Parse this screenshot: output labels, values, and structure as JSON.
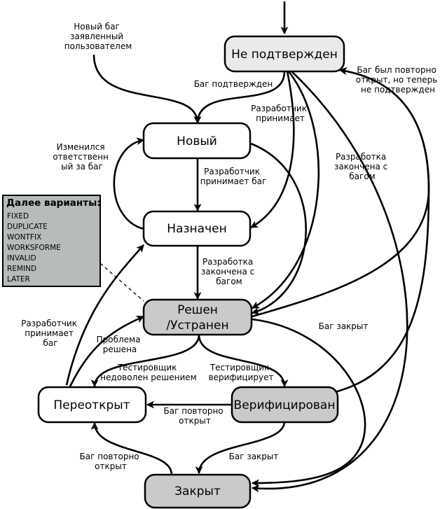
{
  "colors": {
    "stroke": "#000000",
    "node_fill": "#ffffff",
    "node_fill_gray": "#c9cbcb",
    "node_fill_light": "#e9ebeb",
    "legend_fill": "#b5bcbb"
  },
  "nodes": {
    "unconfirmed": "Не подтвержден",
    "new": "Новый",
    "assigned": "Назначен",
    "resolved_line1": "Решен",
    "resolved_line2": "/Устранен",
    "reopened": "Переоткрыт",
    "verified": "Верифицирован",
    "closed": "Закрыт"
  },
  "labels": {
    "new_bug_reported": [
      "Новый баг",
      "заявленный",
      "пользователем"
    ],
    "bug_confirmed": [
      "Баг подтвержден"
    ],
    "dev_accepts_top": [
      "Разработчик",
      "принимает"
    ],
    "dev_done_right": [
      "Разработка",
      "закончена с",
      "багом"
    ],
    "reopened_not_confirmed": [
      "Баг был повторно",
      "открыт, но теперь",
      "не подтвержден"
    ],
    "owner_changed": [
      "Изменился",
      "ответственн",
      "ый за баг"
    ],
    "dev_accepts_bug": [
      "Разработчик",
      "принимает баг"
    ],
    "dev_done_center": [
      "Разработка",
      "закончена с",
      "багом"
    ],
    "dev_accepts_left": [
      "Разработчик",
      "принимает",
      "баг"
    ],
    "problem_solved": [
      "Проблема",
      "решена"
    ],
    "bug_closed_right": [
      "Баг закрыт"
    ],
    "tester_unhappy": [
      "Тестировщик",
      "недоволен решением"
    ],
    "tester_verifies": [
      "Тестировщик",
      "верифицирует"
    ],
    "bug_reopened_mid": [
      "Баг повторно",
      "открыт"
    ],
    "bug_reopened_bottom": [
      "Баг повторно",
      "открыт"
    ],
    "bug_closed_bottom": [
      "Баг закрыт"
    ]
  },
  "legend": {
    "title": "Далее варианты:",
    "items": [
      "FIXED",
      "DUPLICATE",
      "WONTFIX",
      "WORKSFORME",
      "INVALID",
      "REMIND",
      "LATER"
    ]
  }
}
